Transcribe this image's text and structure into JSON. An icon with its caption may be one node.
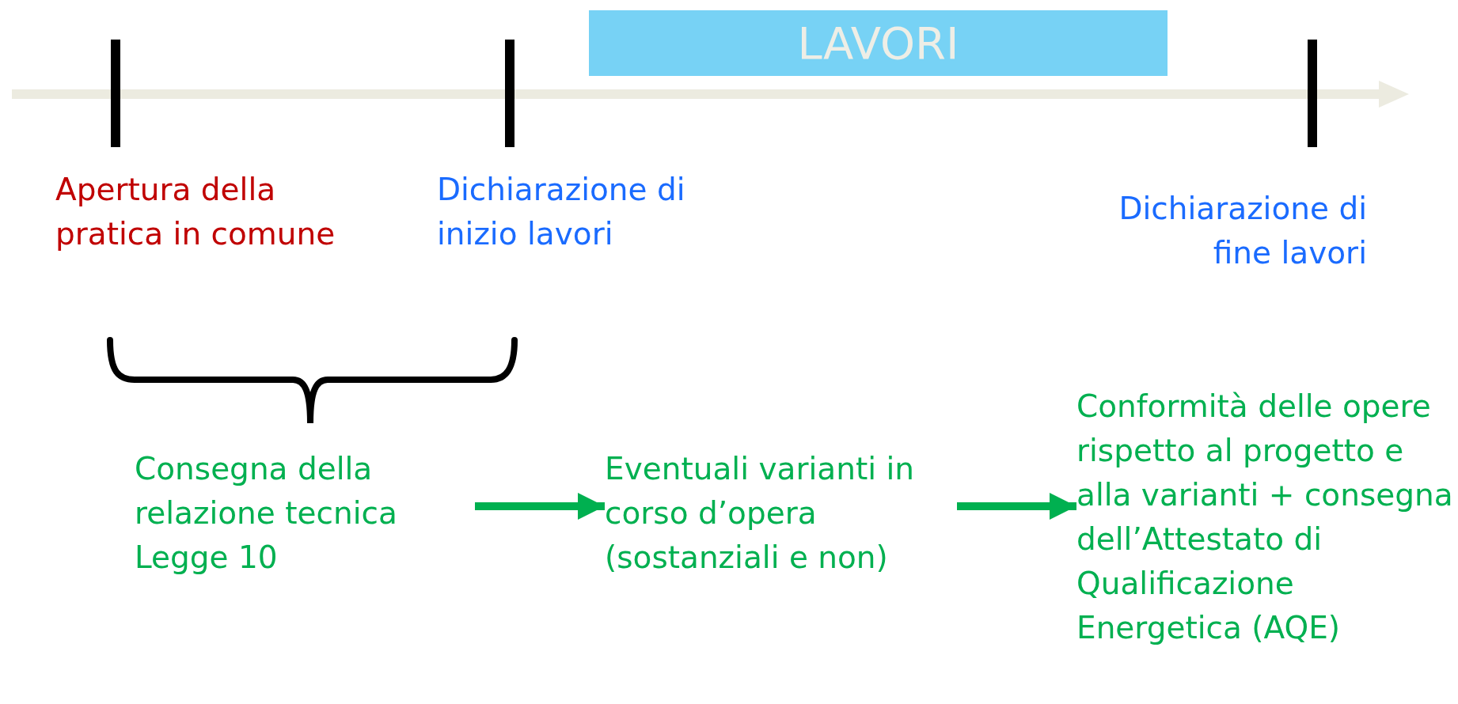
{
  "diagram": {
    "nodes": [
      {
        "text": [
          "LAVORI"
        ]
      },
      {
        "text": [
          "Consegna della relazione tecnica Legge 10"
        ]
      },
      {
        "text": [
          "Eventuali varianti in corso d’opera (sostanziali e non)"
        ]
      },
      {
        "text": [
          "Conformità delle opere rispetto al progetto e alla varianti + consegna dell’Attestato di Qualificazione Energetica (AQE)"
        ]
      }
    ],
    "edges": [
      {
        "from": 1,
        "to": 2,
        "arrow": "to"
      },
      {
        "from": 2,
        "to": 3,
        "arrow": "to"
      }
    ],
    "labels": [
      "Apertura della pratica in comune",
      "Dichiarazione di inizio lavori",
      "Dichiarazione di fine lavori"
    ]
  }
}
